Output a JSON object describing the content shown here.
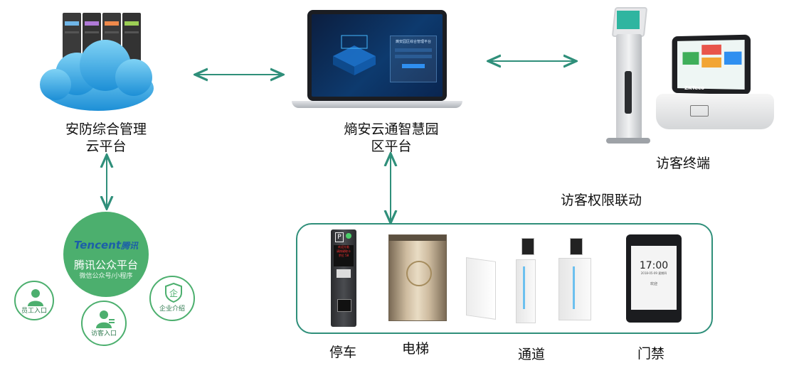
{
  "nodes": {
    "cloud_platform": {
      "line1": "安防综合管理",
      "line2": "云平台"
    },
    "park_platform": {
      "line1": "熵安云通智慧园",
      "line2": "区平台"
    },
    "visitor_terminal": {
      "label": "访客终端"
    },
    "linkage": {
      "label": "访客权限联动"
    }
  },
  "tencent": {
    "logo": "Tencent",
    "logo_cn": "腾讯",
    "title": "腾讯公众平台",
    "subtitle": "微信公众号/小程序",
    "entries": [
      {
        "label": "员工入口"
      },
      {
        "label": "访客入口"
      },
      {
        "label": "企业介绍"
      }
    ]
  },
  "devices": [
    {
      "label": "停车"
    },
    {
      "label": "电梯"
    },
    {
      "label": "通道"
    },
    {
      "label": "门禁"
    }
  ],
  "screens": {
    "laptop_title": "熵安园区综合管理平台",
    "clock_time": "17:00",
    "clock_date": "2018-05-09  星期四",
    "clock_welcome": "欢迎",
    "parking_text": [
      "欢迎光临",
      "请按键取卡",
      "余位 58"
    ],
    "kiosk_brand": "ZKTeco"
  },
  "colors": {
    "connector": "#2f8f7a",
    "tencent_green": "#4caf6e"
  }
}
